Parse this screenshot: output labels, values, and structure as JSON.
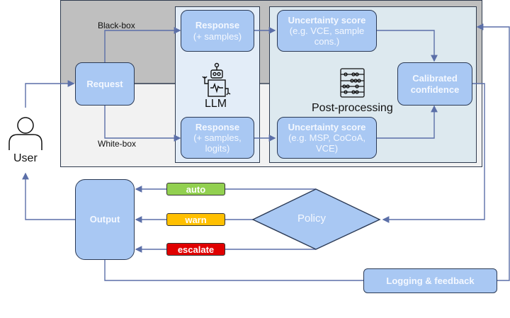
{
  "diagram": {
    "user": {
      "label": "User"
    },
    "request": {
      "label": "Request"
    },
    "paths": {
      "black_box": "Black-box",
      "white_box": "White-box"
    },
    "llm": {
      "label": "LLM",
      "response_black": {
        "title": "Response",
        "detail": "(+ samples)"
      },
      "response_white": {
        "title": "Response",
        "detail_line1": "(+ samples,",
        "detail_line2": "logits)"
      }
    },
    "post_processing": {
      "label": "Post-processing",
      "uncertainty_black": {
        "title": "Uncertainty score",
        "detail_line1": "(e.g. VCE, sample",
        "detail_line2": "cons.)"
      },
      "uncertainty_white": {
        "title": "Uncertainty score",
        "detail_line1": "(e.g. MSP, CoCoA,",
        "detail_line2": "VCE)"
      },
      "calibrated": {
        "line1": "Calibrated",
        "line2": "confidence"
      }
    },
    "policy": {
      "label": "Policy"
    },
    "actions": [
      {
        "label": "auto",
        "color": "#92d050"
      },
      {
        "label": "warn",
        "color": "#ffc000"
      },
      {
        "label": "escalate",
        "color": "#e00000"
      }
    ],
    "output": {
      "label": "Output"
    },
    "logging": {
      "label": "Logging & feedback"
    },
    "colors": {
      "node_fill": "#a9c8f3",
      "edge": "#5b6fa8",
      "black_box_region": "#bfbfbf",
      "white_box_region": "#f2f2f2"
    }
  }
}
